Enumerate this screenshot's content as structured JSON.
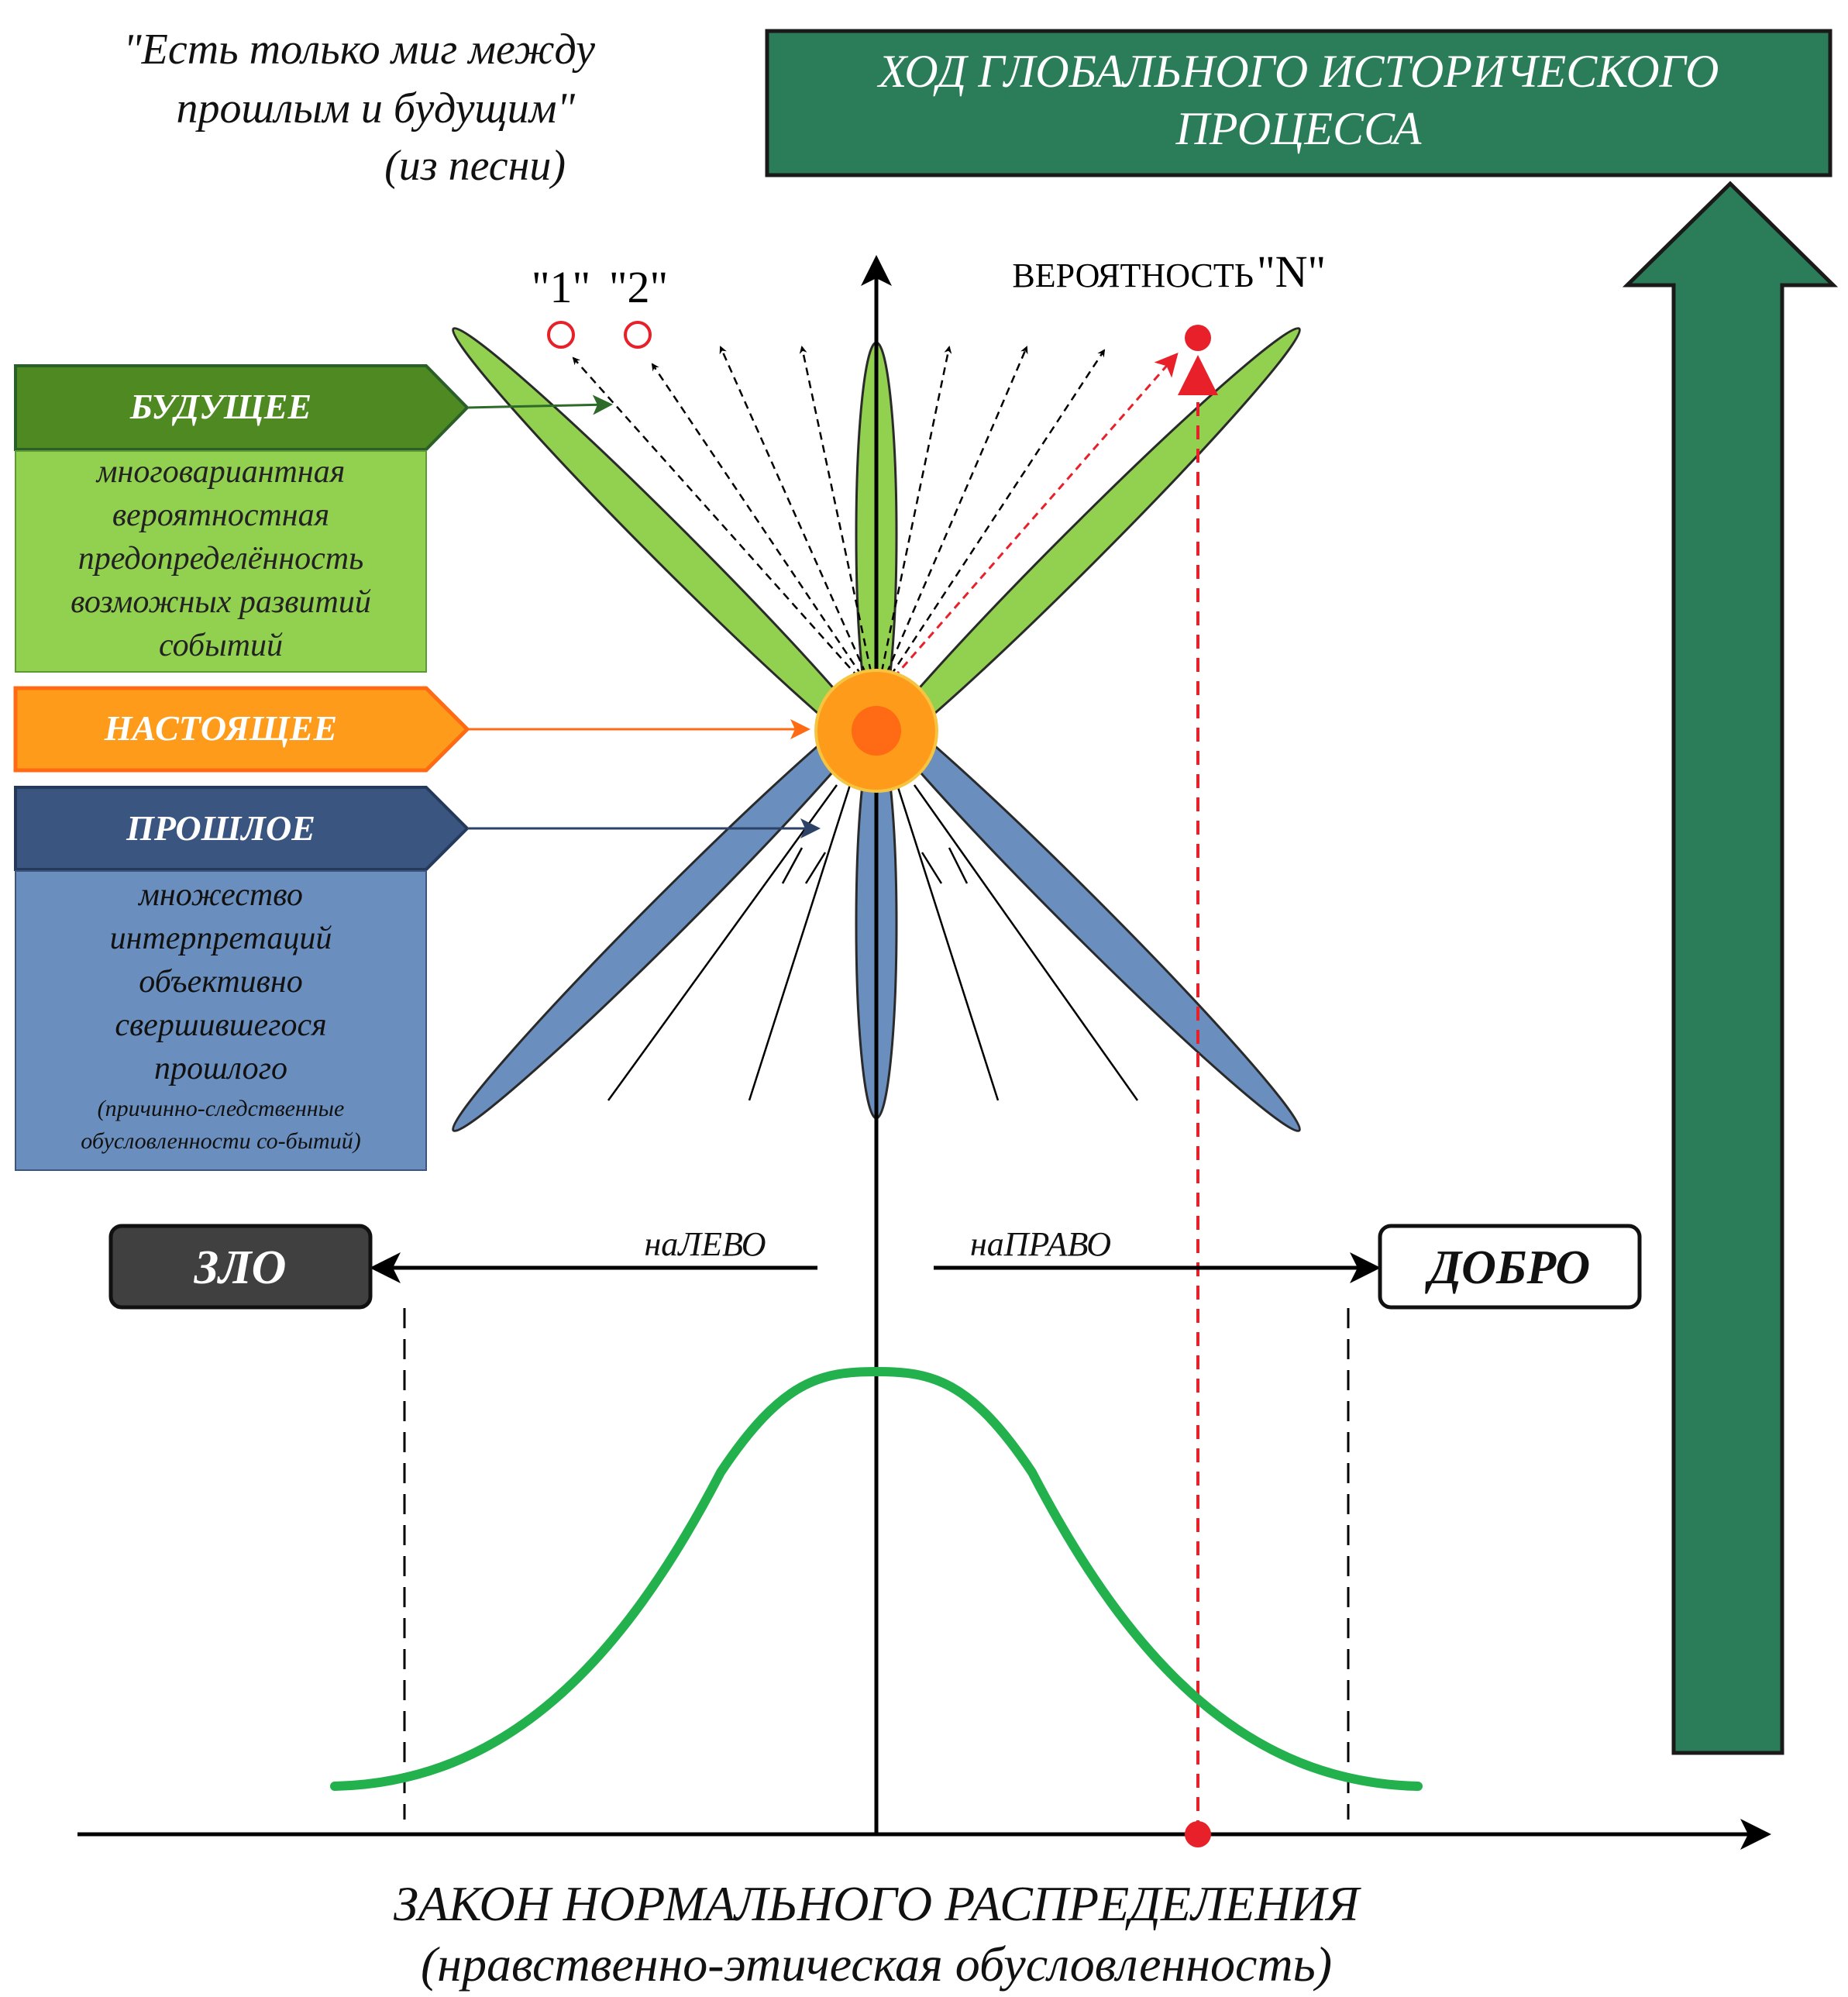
{
  "quote": {
    "line1": "\"Есть только миг между",
    "line2": "прошлым и будущим\"",
    "line3": "(из песни)"
  },
  "process_banner": {
    "line1": "ХОД ГЛОБАЛЬНОГО ИСТОРИЧЕСКОГО",
    "line2": "ПРОЦЕССА"
  },
  "future": {
    "title": "БУДУЩЕЕ",
    "desc": [
      "многовариантная",
      "вероятностная",
      "предопределённость",
      "возможных развитий",
      "событий"
    ]
  },
  "present": {
    "title": "НАСТОЯЩЕЕ"
  },
  "past": {
    "title": "ПРОШЛОЕ",
    "desc": [
      "множество",
      "интерпретаций",
      "объективно",
      "свершившегося",
      "прошлого"
    ],
    "note": [
      "(причинно-следственные",
      "обусловленности со-бытий)"
    ]
  },
  "probabilities": {
    "p1": "\"1\"",
    "p2": "\"2\"",
    "pn_prefix": "ВЕРОЯТНОСТЬ",
    "pn_label": "\"N\""
  },
  "axis": {
    "left_label": "наЛЕВО",
    "right_label": "наПРАВО",
    "evil": "ЗЛО",
    "good": "ДОБРО"
  },
  "footer": {
    "title": "ЗАКОН  НОРМАЛЬНОГО  РАСПРЕДЕЛЕНИЯ",
    "subtitle": "(нравственно-этическая обусловленность)"
  },
  "colors": {
    "dark_green": "#2a7d58",
    "future_header": "#4e8a21",
    "future_body": "#92d050",
    "present_fill": "#ff9b1a",
    "present_core": "#ff6a14",
    "past_header": "#3a557f",
    "past_body": "#6a8fbf",
    "curve": "#22b14c",
    "red": "#e8202a",
    "evil_box": "#404040"
  }
}
